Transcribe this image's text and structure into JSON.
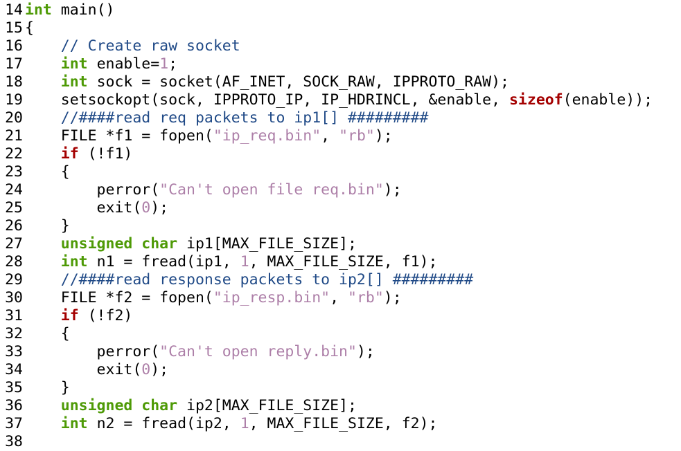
{
  "colors": {
    "keyword_type": "#4e9a06",
    "keyword_control": "#a40000",
    "comment": "#204a87",
    "string": "#ad7fa8",
    "number": "#ad7fa8",
    "text": "#000000",
    "background": "#ffffff"
  },
  "editor": {
    "lines": [
      {
        "num": "14",
        "tokens": [
          {
            "t": "int",
            "c": "kw-green"
          },
          {
            "t": " main()",
            "c": "plain"
          }
        ]
      },
      {
        "num": "15",
        "tokens": [
          {
            "t": "{",
            "c": "plain"
          }
        ]
      },
      {
        "num": "16",
        "tokens": [
          {
            "t": "    ",
            "c": "plain"
          },
          {
            "t": "// Create raw socket",
            "c": "comment"
          }
        ]
      },
      {
        "num": "17",
        "tokens": [
          {
            "t": "    ",
            "c": "plain"
          },
          {
            "t": "int",
            "c": "kw-green"
          },
          {
            "t": " enable=",
            "c": "plain"
          },
          {
            "t": "1",
            "c": "number"
          },
          {
            "t": ";",
            "c": "plain"
          }
        ]
      },
      {
        "num": "18",
        "tokens": [
          {
            "t": "    ",
            "c": "plain"
          },
          {
            "t": "int",
            "c": "kw-green"
          },
          {
            "t": " sock = socket(AF_INET, SOCK_RAW, IPPROTO_RAW);",
            "c": "plain"
          }
        ]
      },
      {
        "num": "19",
        "tokens": [
          {
            "t": "    setsockopt(sock, IPPROTO_IP, IP_HDRINCL, &enable, ",
            "c": "plain"
          },
          {
            "t": "sizeof",
            "c": "kw-red"
          },
          {
            "t": "(enable));",
            "c": "plain"
          }
        ]
      },
      {
        "num": "20",
        "tokens": [
          {
            "t": "    ",
            "c": "plain"
          },
          {
            "t": "//####read req packets to ip1[] #########",
            "c": "comment"
          }
        ]
      },
      {
        "num": "21",
        "tokens": [
          {
            "t": "    FILE *f1 = fopen(",
            "c": "plain"
          },
          {
            "t": "\"ip_req.bin\"",
            "c": "string"
          },
          {
            "t": ", ",
            "c": "plain"
          },
          {
            "t": "\"rb\"",
            "c": "string"
          },
          {
            "t": ");",
            "c": "plain"
          }
        ]
      },
      {
        "num": "22",
        "tokens": [
          {
            "t": "    ",
            "c": "plain"
          },
          {
            "t": "if",
            "c": "kw-red"
          },
          {
            "t": " (!f1)",
            "c": "plain"
          }
        ]
      },
      {
        "num": "23",
        "tokens": [
          {
            "t": "    {",
            "c": "plain"
          }
        ]
      },
      {
        "num": "24",
        "tokens": [
          {
            "t": "        perror(",
            "c": "plain"
          },
          {
            "t": "\"Can't open file req.bin\"",
            "c": "string"
          },
          {
            "t": ");",
            "c": "plain"
          }
        ]
      },
      {
        "num": "25",
        "tokens": [
          {
            "t": "        exit(",
            "c": "plain"
          },
          {
            "t": "0",
            "c": "number"
          },
          {
            "t": ");",
            "c": "plain"
          }
        ]
      },
      {
        "num": "26",
        "tokens": [
          {
            "t": "    }",
            "c": "plain"
          }
        ]
      },
      {
        "num": "27",
        "tokens": [
          {
            "t": "    ",
            "c": "plain"
          },
          {
            "t": "unsigned",
            "c": "kw-green"
          },
          {
            "t": " ",
            "c": "plain"
          },
          {
            "t": "char",
            "c": "kw-green"
          },
          {
            "t": " ip1[MAX_FILE_SIZE];",
            "c": "plain"
          }
        ]
      },
      {
        "num": "28",
        "tokens": [
          {
            "t": "    ",
            "c": "plain"
          },
          {
            "t": "int",
            "c": "kw-green"
          },
          {
            "t": " n1 = fread(ip1, ",
            "c": "plain"
          },
          {
            "t": "1",
            "c": "number"
          },
          {
            "t": ", MAX_FILE_SIZE, f1);",
            "c": "plain"
          }
        ]
      },
      {
        "num": "29",
        "tokens": [
          {
            "t": "    ",
            "c": "plain"
          },
          {
            "t": "//####read response packets to ip2[] #########",
            "c": "comment"
          }
        ]
      },
      {
        "num": "30",
        "tokens": [
          {
            "t": "    FILE *f2 = fopen(",
            "c": "plain"
          },
          {
            "t": "\"ip_resp.bin\"",
            "c": "string"
          },
          {
            "t": ", ",
            "c": "plain"
          },
          {
            "t": "\"rb\"",
            "c": "string"
          },
          {
            "t": ");",
            "c": "plain"
          }
        ]
      },
      {
        "num": "31",
        "tokens": [
          {
            "t": "    ",
            "c": "plain"
          },
          {
            "t": "if",
            "c": "kw-red"
          },
          {
            "t": " (!f2)",
            "c": "plain"
          }
        ]
      },
      {
        "num": "32",
        "tokens": [
          {
            "t": "    {",
            "c": "plain"
          }
        ]
      },
      {
        "num": "33",
        "tokens": [
          {
            "t": "        perror(",
            "c": "plain"
          },
          {
            "t": "\"Can't open reply.bin\"",
            "c": "string"
          },
          {
            "t": ");",
            "c": "plain"
          }
        ]
      },
      {
        "num": "34",
        "tokens": [
          {
            "t": "        exit(",
            "c": "plain"
          },
          {
            "t": "0",
            "c": "number"
          },
          {
            "t": ");",
            "c": "plain"
          }
        ]
      },
      {
        "num": "35",
        "tokens": [
          {
            "t": "    }",
            "c": "plain"
          }
        ]
      },
      {
        "num": "36",
        "tokens": [
          {
            "t": "    ",
            "c": "plain"
          },
          {
            "t": "unsigned",
            "c": "kw-green"
          },
          {
            "t": " ",
            "c": "plain"
          },
          {
            "t": "char",
            "c": "kw-green"
          },
          {
            "t": " ip2[MAX_FILE_SIZE];",
            "c": "plain"
          }
        ]
      },
      {
        "num": "37",
        "tokens": [
          {
            "t": "    ",
            "c": "plain"
          },
          {
            "t": "int",
            "c": "kw-green"
          },
          {
            "t": " n2 = fread(ip2, ",
            "c": "plain"
          },
          {
            "t": "1",
            "c": "number"
          },
          {
            "t": ", MAX_FILE_SIZE, f2);",
            "c": "plain"
          }
        ]
      },
      {
        "num": "38",
        "tokens": []
      }
    ]
  }
}
